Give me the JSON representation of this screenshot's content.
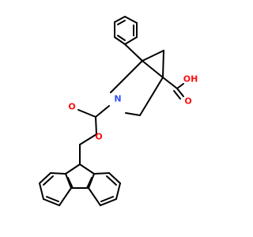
{
  "colors": {
    "background": "#ffffff",
    "bond": "#000000",
    "oxygen": "#ff0d0d",
    "nitrogen": "#3050f8"
  },
  "atoms": {
    "nitrogen": "N",
    "ester_oxygen": "O",
    "carbamate_oxygen": "O",
    "acid_oxygen": "O",
    "acid_hydroxyl": "OH"
  }
}
